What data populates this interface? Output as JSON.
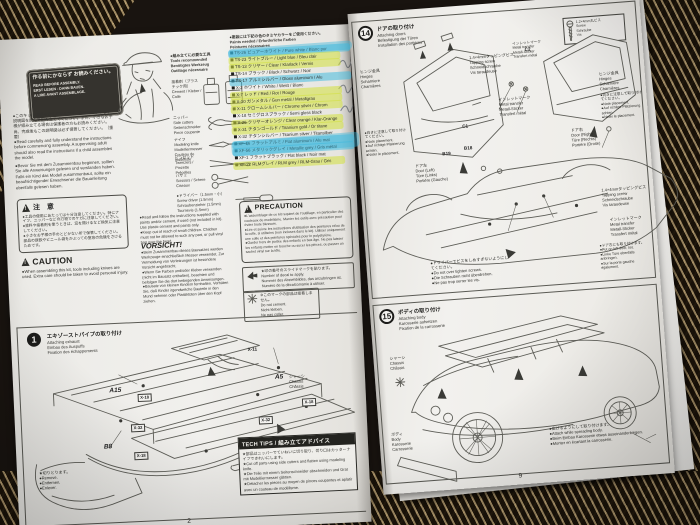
{
  "colors": {
    "highlight_blue": "#3ebade",
    "highlight_yellow": "#d2e03c",
    "paper": "#f1f0ed",
    "carpet_dark": "#191410",
    "carpet_tan": "#cdb280",
    "ink": "#33332f"
  },
  "icons": {
    "warning": "warning-triangle-icon",
    "decal_arrow": "decal-arrow-icon",
    "no_use_star": "no-cement-star-icon",
    "tools": [
      "cement-bottles-icon",
      "side-cutters-icon",
      "modeling-knife-icon",
      "tweezers-icon",
      "scissors-icon",
      "screwdriver-icon"
    ]
  },
  "left_page": {
    "page_no": "2",
    "sign": {
      "jp": "作る前にかならず\nお読みください。",
      "lines": "READ BEFORE ASSEMBLY.\nERST LESEN - DANN BAUEN.\nA LIRE AVANT ASSEMBLAGE."
    },
    "intro_jp": "●このキットは組み立てモデルです。作る前にかならず説明図を読んで組み立ててください。また、小さなお子様が組み立てる場合は保護者の方もお読みください。尚、完成後もこの説明図は必ず保管してください。（重要）",
    "intro_en": "●Read carefully and fully understand the instructions before commencing assembly. A supervising adult should also read the instructions if a child assembles the model.",
    "intro_de": "●Bevor Sie mit dem Zusammenbau beginnen, sollten Sie alle Anweisungen gelesen und verstanden haben. Falls ein Kind das Modell zusammenbaut, sollte ein beaufsichtigender Erwachsener die Bauanleitung ebenfalls gelesen haben.",
    "caution_jp": {
      "title": "注　意",
      "body": "●工具の使用にあたっては十分注意してください。特にナイフ、ニッパーなどの刃物でのケガに注意してください。\n●塗料や接着剤を使うときは、窓を開けるなど換気に注意してください。\n●小さなお子様の手のとどかない所で保管してください。部品の誤飲やビニール袋をかぶっての窒息の危険をさけるためです。"
    },
    "caution_en": {
      "title": "CAUTION",
      "body": "●When assembling this kit, tools including knives are used. Extra care should be taken to avoid personal injury."
    },
    "tools": {
      "header": "●組み立てに必要な工具\nTools recommended\nBenötigtes Werkzeug\nOutillage nécessaire",
      "items": [
        "接着剤（プラスチック用）\nCement / Kleber / Colle",
        "ニッパー\nSide cutters\nSeitenschneider\nPince coupante",
        "ナイフ\nModeling knife\nModelliermesser\nCouteau de modéliste",
        "ピンセット\nTweezers / Pinzette\nPrécelles",
        "ハサミ\nScissors / Schere\nCiseaux",
        "●ドライバー（1.5mm・小）\nScrew driver (1.5mm)\nSchraubenzieher (1.5mm)\nTournevis (1.5mm)"
      ]
    },
    "read_follow": "●Read and follow the instructions supplied with paints and/or cement, if used (not included in kit). Use plastic cement and paints only.\n●Keep out of reach of small children. Children must not be allowed to suck any part, or pull vinyl bag over the head.",
    "vorsicht": {
      "title": "VORSICHT!",
      "body": "●Beim Zusammenbau dieses Bausatzes werden Werkzeuge einschließlich Messer verwendet. Zur Vermeidung von Verletzungen ist besondere Vorsicht angebracht.\n●Wenn Sie Farben und/oder Kleber verwenden (nicht im Bausatz enthalten), beachten und befolgen Sie die dort beiliegenden Anweisungen.\n●Bausatz von kleinen Kindern fernhalten. Verhüten Sie, daß Kinder irgendwelche Bauteile in den Mund nehmen oder Plastiktüten über den Kopf ziehen."
    },
    "precaution": {
      "title": "PRECAUTION",
      "body": "●L'assemblage de ce kit requiert de l'outillage, en particulier des couteaux de modélisme. Manier les outils avec précaution pour éviter toute blessure.\n●Lire et suivre les instructions d'utilisation des peintures et/ou de la colle, si utilisées (non incluses dans le kit). Utiliser uniquement une colle et des peintures spéciales pour le polystyrène.\n●Garder hors de portée des enfants en bas âge. Ne pas laisser les enfants mettre en bouche ou sucer les pièces, ou passer un sachet vinyl sur la tête."
    },
    "decal_note": "★印の番号のスライドマークを貼ります。\nNumber of decal to apply.\nNummer des Abziehbildes, das anzubringen ist.\nNuméro de la décalcomanie à utiliser.",
    "no_cement_note": "※このマークの部品は接着しません。\nDo not cement.\nNicht kleben.\nNe pas coller.",
    "paints": {
      "header": "●塗装には下記の色のタミヤカラーをご使用ください。\nPaints needed / Erforderliche Farben\nPeintures nécessaires",
      "rows": [
        {
          "text": "TS-26 ピュアーホワイト / Pure white / Blanc pur",
          "highlight": "blue"
        },
        {
          "text": "TS-23 ライトブルー / Light blue / Bleu clair",
          "highlight": "yellow"
        },
        {
          "text": "TS-13 クリヤー / Clear / Klarlack / Vernis",
          "highlight": "yellow"
        },
        {
          "text": "TS-14 ブラック / Black / Schwarz / Noir",
          "highlight": "none"
        },
        {
          "text": "TS-17 アルミシルバー / Gloss aluminum / Alu",
          "highlight": "blue"
        },
        {
          "text": "X-2 ホワイト / White / Weiß / Blanc",
          "highlight": "none"
        },
        {
          "text": "X-7 レッド / Red / Rot / Rouge",
          "highlight": "yellow"
        },
        {
          "text": "X-10 ガンメタル / Gun metal / Metallgrau",
          "highlight": "yellow"
        },
        {
          "text": "X-11 クロームシルバー / Chrome silver / Chrom",
          "highlight": "yellow"
        },
        {
          "text": "X-18 セミグロスブラック / Semi gloss black",
          "highlight": "none"
        },
        {
          "text": "X-26 クリヤーオレンジ / Clear orange / Klar-Orange",
          "highlight": "yellow"
        },
        {
          "text": "X-31 チタンゴールド / Titanium gold / Or titane",
          "highlight": "yellow"
        },
        {
          "text": "X-32 チタンシルバー / Titanium silver / Titansilber",
          "highlight": "none"
        },
        {
          "text": "XF-16 フラットアルミ / Flat aluminum / Alu mat",
          "highlight": "blue"
        },
        {
          "text": "XF-56 メタリックグレイ / Metallic grey / Gris métal",
          "highlight": "blue"
        },
        {
          "text": "XF-1 フラットブラック / Flat black / Noir mat",
          "highlight": "none"
        },
        {
          "text": "XF-22 RLMグレイ / RLM grey / RLM-Grau / Gris",
          "highlight": "yellow"
        }
      ]
    },
    "step1": {
      "num": "1",
      "title_jp": "エキゾーストパイプの取り付け",
      "title_en": "Attaching exhaust",
      "title_de": "Einbau des Auspuffs",
      "title_fr": "Fixation des échappements",
      "part_a15": "A15",
      "part_b8": "B8",
      "part_a5": "A5",
      "part_a5_sub": "シャーシ\nChassis\nChâssis",
      "part_x11": "X-11",
      "flags": [
        "X-18",
        "X-32",
        "X-18",
        "X-32",
        "X-18"
      ],
      "remove_note": "★切りとります。\n●Remove.\n●Entfernen.\n●Enlever."
    },
    "tech_tips": {
      "title": "TECH TIPS / 組み立てアドバイス",
      "body": "★部品はニッパーでていねいに切り取り、切り口はカッターナイフできれいにします。\n★Cut off parts using side cutters and flatten using modeling knife.\n★Die Teile mit einem Seitenschneider abschneiden und Grat mit Modelliermesser glätten.\n★Détacher les pièces au moyen de pinces coupantes et aplatir avec un couteau de modélisme."
    }
  },
  "right_page": {
    "page_no": "9",
    "step14": {
      "num": "14",
      "title_jp": "ドアの取り付け",
      "title_en": "Attaching doors",
      "title_de": "Befestigung der Türen",
      "title_fr": "Installation des portières",
      "screw_note": "1.2×4mm丸ビス\nScrew\nSchraube\nVis",
      "tapping_screw": "1.4×4mmタッピングビス\nTapping screw\nSchneidschraube\nVis taraudeuse",
      "hinge_note": "ヒンジ金具\nHinges\nScharniere\nCharnières",
      "placement_note": "●向きに注意して取り付けてください。\n●Note placement.\n●Auf richtige Platzierung achten.\n●Noter le placement.",
      "metal_transfer": "インレットマーク\nMetal transfer\nMetall-Sticker\nTransfert métal",
      "door_left": "ドア左\nDoor (Left)\nTüre (Links)\nPortière (Gauche)",
      "door_right": "ドア右\nDoor (Right)\nTüre (Rechts)\nPortière (Droite)",
      "left_door_too": "●ドア左にも取り付けます。\n●Put on left door, too.\n●Linke Türe ebenfalls anbringen.\n●Sur la porte gauche également.",
      "tighten_note": "●ドライバーでビスをしめすぎないようにしてください。\n●Do not over tighten screws.\n●Die Schrauben nicht überdrehen.\n●Ne pas trop serrer les vis.",
      "parts": {
        "c1": "C1",
        "c2": "C2",
        "b19": "B19",
        "b18": "B18"
      }
    },
    "step15": {
      "num": "15",
      "title_jp": "ボディの取り付け",
      "title_en": "Attaching body",
      "title_de": "Karosserie aufsetzen",
      "title_fr": "Fixation de la carrosserie",
      "chassis_label": "シャーシ\nChassis\nChâssis",
      "body_label": "ボディ\nBody\nKarosserie\nCarrosserie",
      "spread_note": "●広げるようにして取り付けます。\n●Attach while spreading body.\n●Beim Einbau Karosserie etwas auseinanderbiegen.\n●Monter en écartant la carrosserie."
    }
  }
}
